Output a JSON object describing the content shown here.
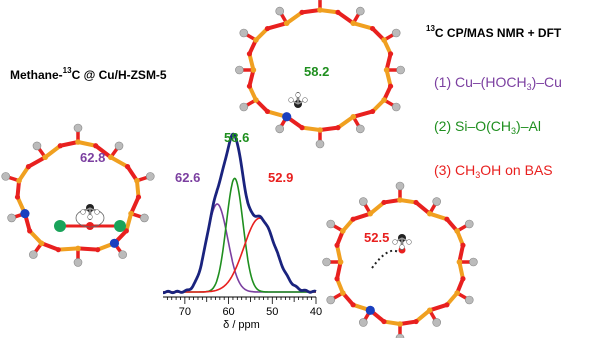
{
  "title": {
    "pre": "Methane-",
    "sup": "13",
    "post": "C @ Cu/H-ZSM-5"
  },
  "nmr_title": {
    "sup": "13",
    "post": "C CP/MAS NMR + DFT"
  },
  "legend": [
    {
      "pre": "(1) Cu–(HOCH",
      "sub": "3",
      "post": ")–Cu",
      "color": "#7b3fa0"
    },
    {
      "pre": "(2) Si–O(CH",
      "sub": "3",
      "post": ")–Al",
      "color": "#1f8f1f"
    },
    {
      "pre": "(3) CH",
      "sub": "3",
      "post": "OH on BAS",
      "color": "#e8201f"
    }
  ],
  "shift_labels": {
    "site1_dft": "62.8",
    "site2_dft": "58.2",
    "site3_dft": "52.5",
    "peak_purple": "62.6",
    "peak_green": "58.6",
    "peak_red": "52.9"
  },
  "chart_data": {
    "type": "line",
    "xlabel": "δ / ppm",
    "xlim": [
      75,
      40
    ],
    "xticks": [
      70,
      60,
      50,
      40
    ],
    "peaks": [
      {
        "name": "(1)",
        "center": 62.6,
        "width": 2.4,
        "height": 0.62,
        "color": "#7b3fa0"
      },
      {
        "name": "(2)",
        "center": 58.6,
        "width": 1.9,
        "height": 0.8,
        "color": "#1f8f1f"
      },
      {
        "name": "(3)",
        "center": 52.9,
        "width": 3.6,
        "height": 0.52,
        "color": "#e8201f"
      }
    ],
    "envelope_color": "#1a237e"
  },
  "colors": {
    "framework_bond": "#f0a020",
    "framework_bond_alt": "#e8201f",
    "silicon": "#f0a020",
    "oxygen": "#e8201f",
    "hydrogen": "#bbbbbb",
    "aluminum": "#1a3fbf",
    "copper": "#1aa35a",
    "carbon": "#222222"
  }
}
